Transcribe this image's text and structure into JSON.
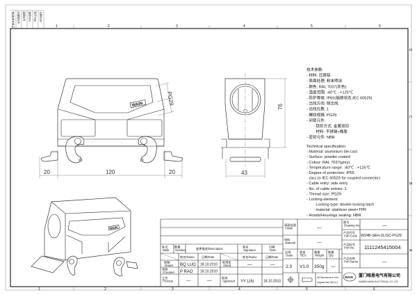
{
  "frame": {
    "zones_horizontal": [
      "1",
      "2",
      "3",
      "4",
      "5",
      "6"
    ],
    "zones_vertical": [
      "D",
      "C",
      "B",
      "A"
    ],
    "corner_boxes": [
      "借(通)用件登记",
      "旧底图总号",
      "底图总号",
      "签字",
      "日期"
    ],
    "corner_labels": {
      "a": "借用/Diss",
      "b": "签字/Sign",
      "c": "日期/Date"
    }
  },
  "drawing": {
    "front_view": {
      "dims": {
        "left_foot": "20",
        "width": "120",
        "right_foot": "20",
        "thread": "PG29"
      },
      "logo_text": "WAIN"
    },
    "side_view": {
      "dims": {
        "height": "76",
        "depth": "43"
      }
    },
    "iso_view": {
      "logo_text": "WAIN"
    }
  },
  "spec_cn": [
    "技术参数:",
    "- 材料: 压铸铝",
    "- 表面处理: 粉末喷涂",
    "- 颜色: RAL 7037(灰色)",
    "- 温度范围: -40℃ - +125℃",
    "- 防护等级: IP65(插接状态,IEC 60529)",
    "- 出线方向: 侧出线",
    "- 出线孔数: 1",
    "- 螺纹规格: PG29",
    "- 闭锁元件:",
    "· 锁扣方式: 金属双扣",
    "· 材料: 不锈钢+橡胶",
    "- 密封元件: NBR"
  ],
  "spec_en": [
    "Technical specification:",
    "- Material: aluminium die-cast",
    "- Surface: powder-coated",
    "- Colour: RAL 7037(grey)",
    "- Temperature range: -40℃ - +125℃",
    "- Degree of protection: IP65",
    "(acc.to IEC 60529 for coupled connector)",
    "- Cable entry: side entry",
    "- No. of cable entries: 1",
    "- Thread size: PG29",
    "- Locking element:",
    "· Locking type: double locking latch",
    "· material: stainless steel+TPR",
    "- Hoods/Housings sealing: NBR"
  ],
  "title_block": {
    "rev_header": {
      "mark": "标记 Mark",
      "number": "数量 Number",
      "description": "变更描述/Description",
      "signature": "签名 Signature",
      "date": "日期 Date"
    },
    "name_header": "姓名/Name",
    "date_header": "日期/Date",
    "name_header2": "姓名/Name",
    "date_header2": "日期/Date",
    "drawn": {
      "label": "绘图 Drawn",
      "name": "BQ  LUO",
      "date": "18.10.2010"
    },
    "checked": {
      "label": "审核 Checked",
      "name": "P  RAO",
      "date": "18.10.2010"
    },
    "process": {
      "label": "工艺 Process",
      "name": "—",
      "date": "—"
    },
    "stand": {
      "label": "标准化 Stand.",
      "name": "—",
      "date": "—"
    },
    "approved": {
      "label": "批准 Approved",
      "name": "YY  LIN",
      "date": "18.10.2010"
    },
    "finish": {
      "label": "表面处理 Finish",
      "value": "—"
    },
    "material": {
      "label": "材料 Material",
      "value": "—"
    },
    "scale": {
      "label": "比例 Scale",
      "value": "2:3"
    },
    "rev": {
      "label": "版本 REV.",
      "value": "V1.0"
    },
    "weight": {
      "label": "重量 Weight",
      "value": "350g"
    },
    "qty": {
      "label": "数量 Qty.",
      "value": "—"
    },
    "dims_note": [
      "All Dimensions in mm",
      "Original Size  DIN A 4"
    ],
    "drawing_no": {
      "label": "图号 Drawing No.",
      "value": "—"
    },
    "part_code": {
      "label": "产品代号 Part Code",
      "value": "W24B-SEH-2L/SC-PG29"
    },
    "part_no": {
      "label": "产品料号 Port No.",
      "value": "1111245415004"
    },
    "part_name": {
      "label": "产品名称 Port Name",
      "value": "—"
    },
    "company_logo": "WAIN",
    "company_cn": "厦门唯恩电气有限公司",
    "company_en": "XIAMEN WAIN ELECTRICAL CO.,LTD"
  }
}
